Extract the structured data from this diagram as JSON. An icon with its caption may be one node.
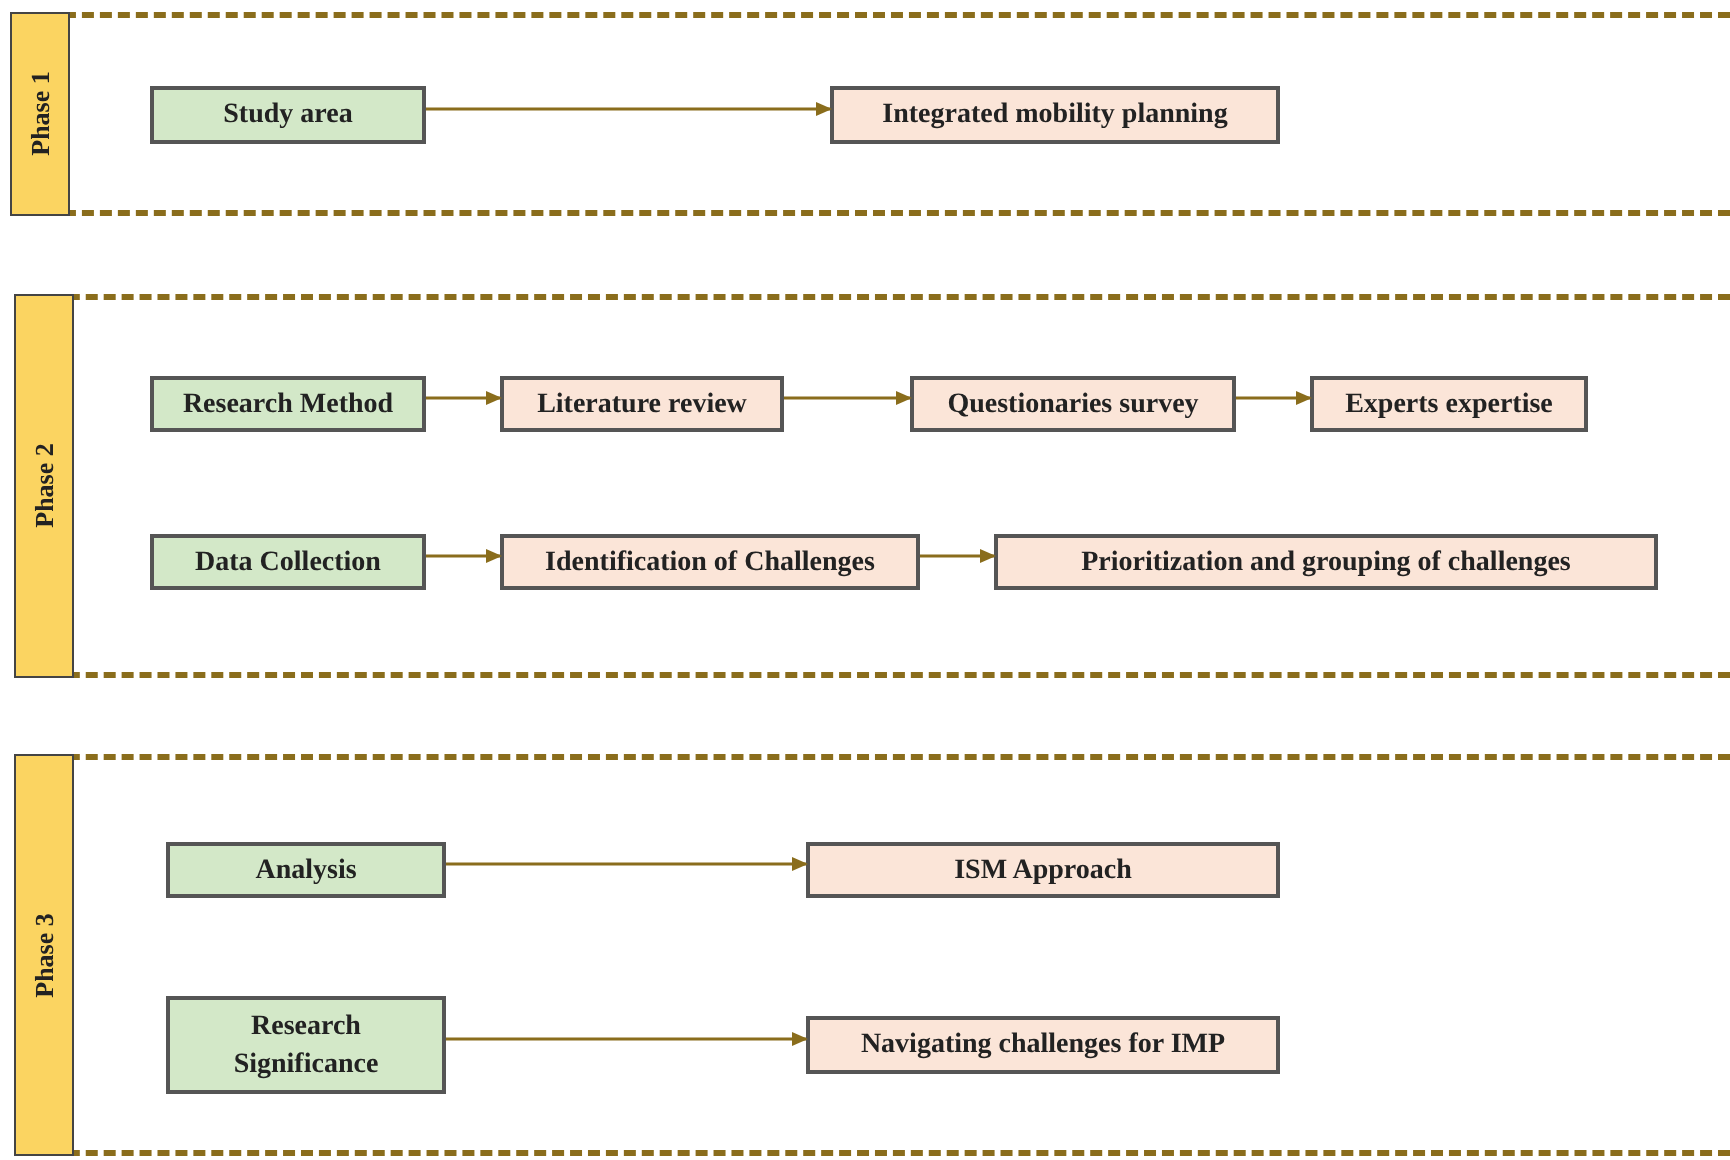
{
  "diagram": {
    "nodes": [
      {
        "text": [
          "Phase 1"
        ]
      },
      {
        "text": [
          "Study area"
        ],
        "in": 0
      },
      {
        "text": [
          "Integrated mobility planning"
        ],
        "in": 0
      },
      {
        "text": [
          "Phase 2"
        ]
      },
      {
        "text": [
          "Research Method"
        ],
        "in": 3
      },
      {
        "text": [
          "Literature review"
        ],
        "in": 3
      },
      {
        "text": [
          "Questionaries survey"
        ],
        "in": 3
      },
      {
        "text": [
          "Experts expertise"
        ],
        "in": 3
      },
      {
        "text": [
          "Data Collection"
        ],
        "in": 3
      },
      {
        "text": [
          "Identification of Challenges"
        ],
        "in": 3
      },
      {
        "text": [
          "Prioritization and grouping of challenges"
        ],
        "in": 3
      },
      {
        "text": [
          "Phase 3"
        ]
      },
      {
        "text": [
          "Analysis"
        ],
        "in": 11
      },
      {
        "text": [
          "ISM Approach"
        ],
        "in": 11
      },
      {
        "text": [
          "Research Significance"
        ],
        "in": 11
      },
      {
        "text": [
          "Navigating challenges for IMP"
        ],
        "in": 11
      }
    ],
    "edges": [
      {
        "from": 1,
        "to": 2,
        "arrow": "to"
      },
      {
        "from": 4,
        "to": 5,
        "arrow": "to"
      },
      {
        "from": 5,
        "to": 6,
        "arrow": "to"
      },
      {
        "from": 6,
        "to": 7,
        "arrow": "to"
      },
      {
        "from": 8,
        "to": 9,
        "arrow": "to"
      },
      {
        "from": 9,
        "to": 10,
        "arrow": "to"
      },
      {
        "from": 12,
        "to": 13,
        "arrow": "to"
      },
      {
        "from": 14,
        "to": 15,
        "arrow": "to"
      }
    ]
  }
}
